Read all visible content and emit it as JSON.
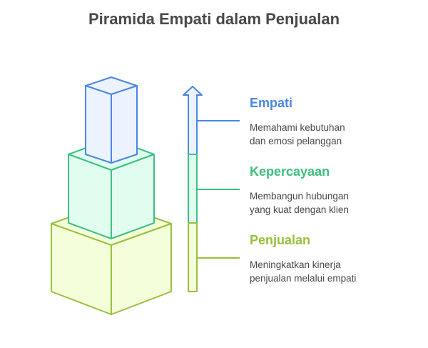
{
  "title": "Piramida Empati dalam Penjualan",
  "levels": [
    {
      "label": "Empati",
      "description_line1": "Memahami kebutuhan",
      "description_line2": "dan emosi pelanggan",
      "color": "#4a86e0",
      "fill": "#ecf3ff"
    },
    {
      "label": "Kepercayaan",
      "description_line1": "Membangun hubungan",
      "description_line2": "yang kuat dengan klien",
      "color": "#3ec081",
      "fill": "#e0fdf0"
    },
    {
      "label": "Penjualan",
      "description_line1": "Meningkatkan kinerja",
      "description_line2": "penjualan melalui empati",
      "color": "#96c13d",
      "fill": "#f4fedb"
    }
  ],
  "arrow": {
    "direction": "up",
    "icon": "arrow-up-icon"
  }
}
